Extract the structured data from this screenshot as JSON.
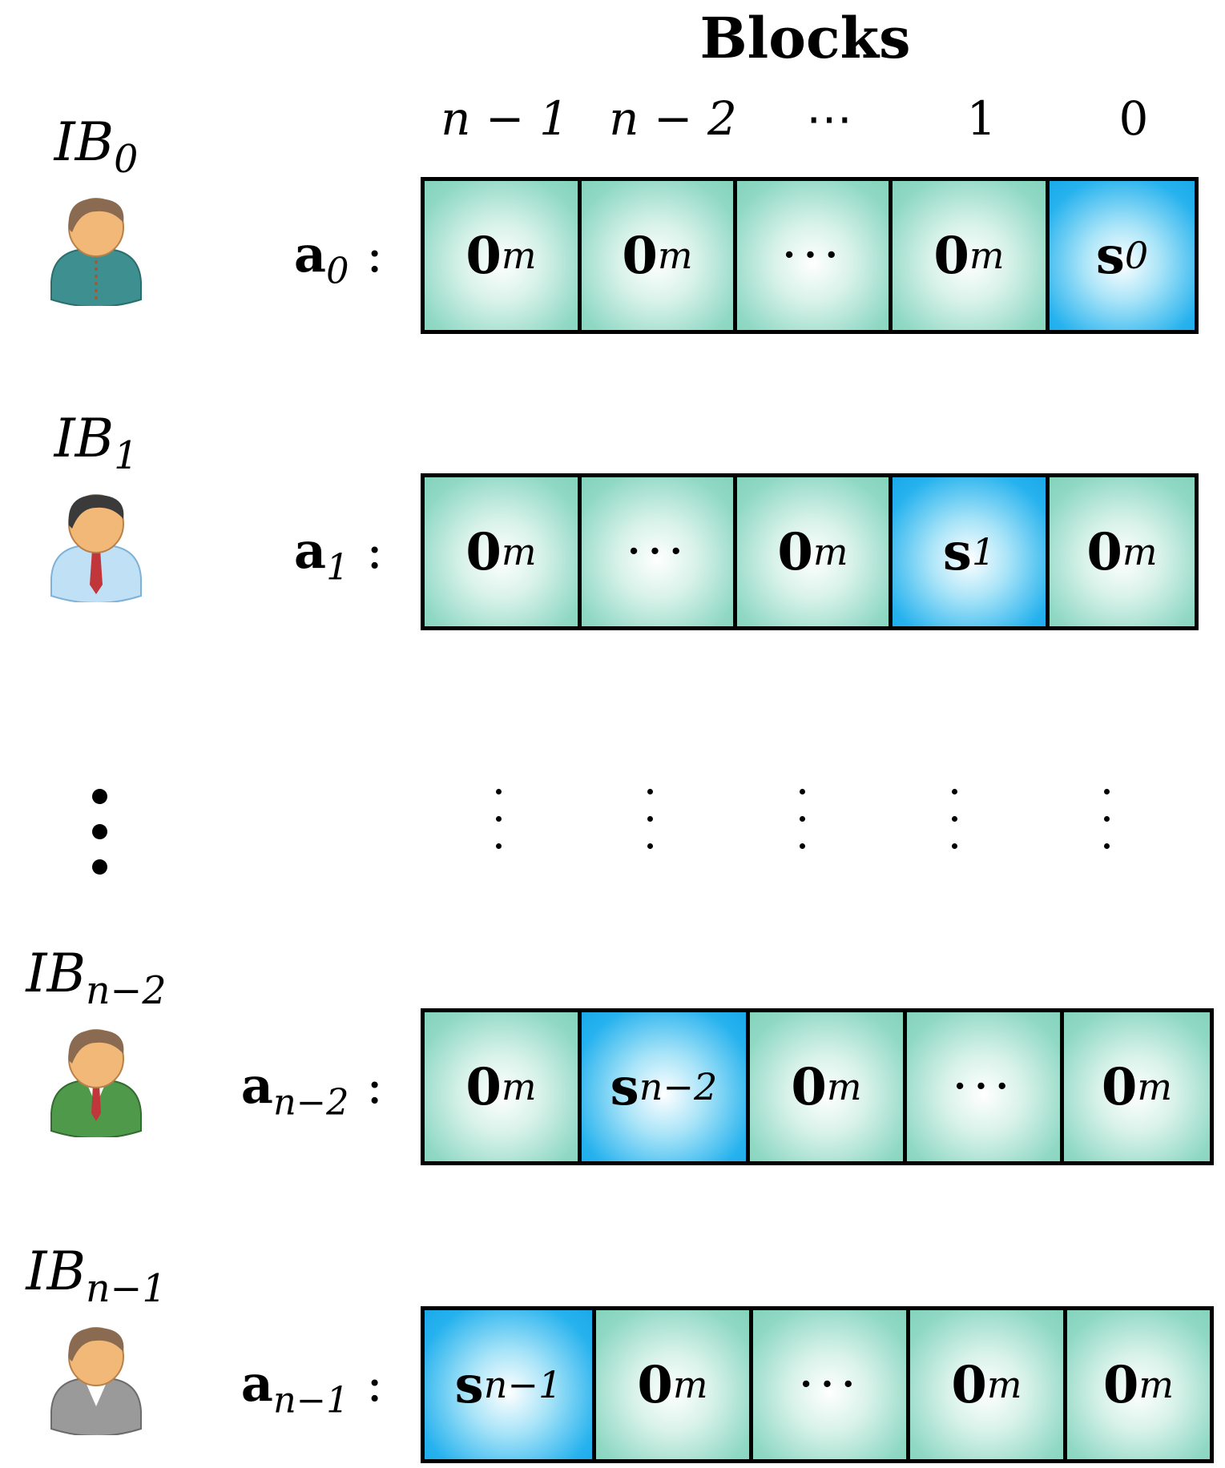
{
  "title": "Blocks",
  "columns": [
    "n − 1",
    "n − 2",
    "⋯",
    "1",
    "0"
  ],
  "users": [
    {
      "ib_base": "IB",
      "ib_sub": "0",
      "vec_base": "a",
      "vec_sub": "0",
      "colon": ":",
      "avatar": "person-icon-teal-coat",
      "cells": [
        {
          "base": "0",
          "sub": "m",
          "hl": false
        },
        {
          "base": "0",
          "sub": "m",
          "hl": false
        },
        {
          "base": "···",
          "sub": "",
          "hl": false
        },
        {
          "base": "0",
          "sub": "m",
          "hl": false
        },
        {
          "base": "s",
          "sub": "0",
          "hl": true
        }
      ]
    },
    {
      "ib_base": "IB",
      "ib_sub": "1",
      "vec_base": "a",
      "vec_sub": "1",
      "colon": ":",
      "avatar": "person-icon-blue-shirt",
      "cells": [
        {
          "base": "0",
          "sub": "m",
          "hl": false
        },
        {
          "base": "···",
          "sub": "",
          "hl": false
        },
        {
          "base": "0",
          "sub": "m",
          "hl": false
        },
        {
          "base": "s",
          "sub": "1",
          "hl": true
        },
        {
          "base": "0",
          "sub": "m",
          "hl": false
        }
      ]
    },
    {
      "ib_base": "IB",
      "ib_sub": "n−2",
      "vec_base": "a",
      "vec_sub": "n−2",
      "colon": ":",
      "avatar": "person-icon-green-suit",
      "cells": [
        {
          "base": "0",
          "sub": "m",
          "hl": false
        },
        {
          "base": "s",
          "sub": "n−2",
          "hl": true
        },
        {
          "base": "0",
          "sub": "m",
          "hl": false
        },
        {
          "base": "···",
          "sub": "",
          "hl": false
        },
        {
          "base": "0",
          "sub": "m",
          "hl": false
        }
      ]
    },
    {
      "ib_base": "IB",
      "ib_sub": "n−1",
      "vec_base": "a",
      "vec_sub": "n−1",
      "colon": ":",
      "avatar": "person-icon-gray-suit",
      "cells": [
        {
          "base": "s",
          "sub": "n−1",
          "hl": true
        },
        {
          "base": "0",
          "sub": "m",
          "hl": false
        },
        {
          "base": "···",
          "sub": "",
          "hl": false
        },
        {
          "base": "0",
          "sub": "m",
          "hl": false
        },
        {
          "base": "0",
          "sub": "m",
          "hl": false
        }
      ]
    }
  ],
  "colors": {
    "cell": "#84d3bd",
    "highlight": "#1aa9ea",
    "border": "#000000"
  }
}
